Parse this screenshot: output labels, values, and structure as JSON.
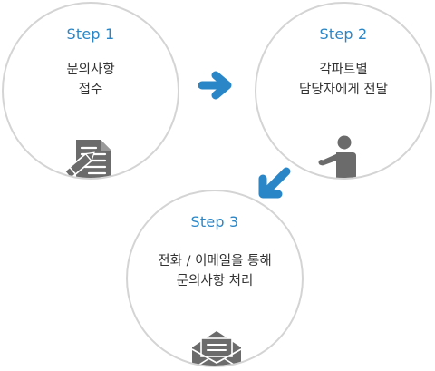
{
  "steps": [
    {
      "label": "Step 1",
      "lines": [
        "문의사항",
        "접수"
      ],
      "icon": "document-pencil-icon"
    },
    {
      "label": "Step 2",
      "lines": [
        "각파트별",
        "담당자에게 전달"
      ],
      "icon": "person-icon"
    },
    {
      "label": "Step 3",
      "lines": [
        "전화 / 이메일을 통해",
        "문의사항 처리"
      ],
      "icon": "envelope-icon"
    }
  ],
  "colors": {
    "accent": "#2a86c7",
    "circle_border": "#d4d4d4",
    "icon_gray": "#6b6b6b",
    "text": "#333333"
  }
}
